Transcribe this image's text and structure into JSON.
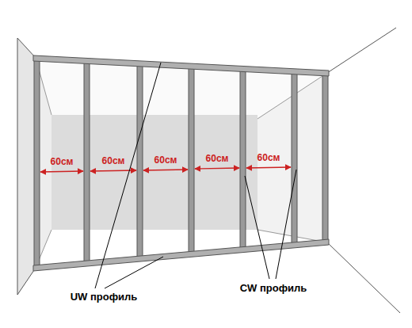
{
  "diagram": {
    "labels": [
      "60см",
      "60см",
      "60см",
      "60см",
      "60см",
      "UW профиль",
      "CW профиль"
    ]
  }
}
